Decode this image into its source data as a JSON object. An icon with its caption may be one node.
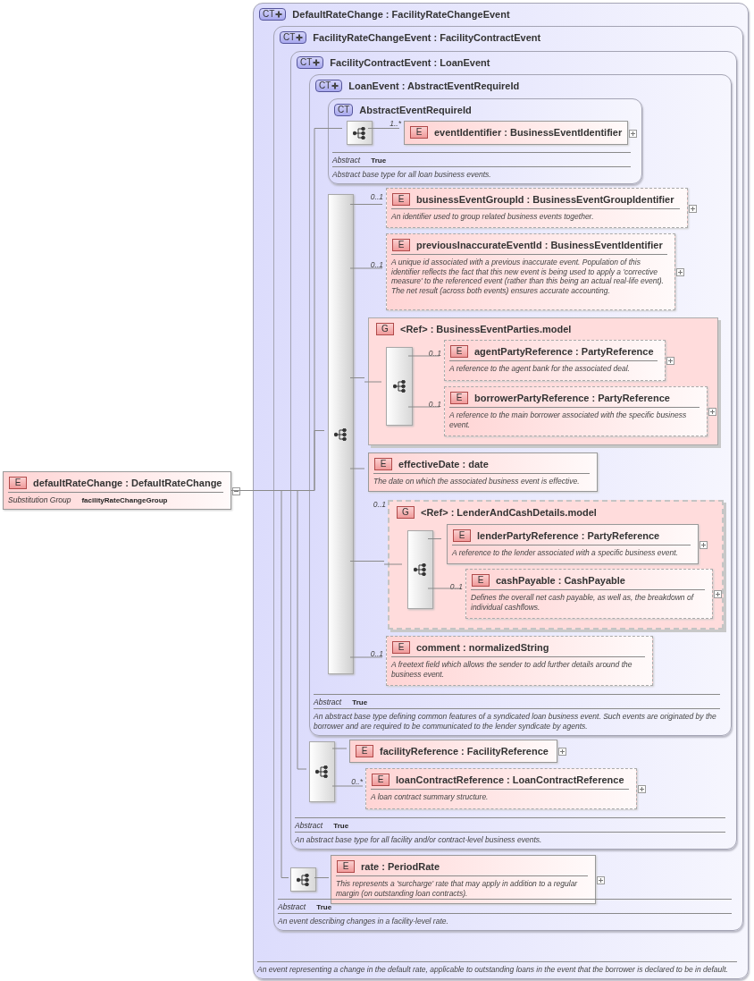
{
  "diagram": {
    "nodes": [
      {
        "text": [
          "E",
          "defaultRateChange : DefaultRateChange",
          "Substitution Group",
          "facilityRateChangeGroup"
        ]
      },
      {
        "text": [
          "CT",
          "DefaultRateChange : FacilityRateChangeEvent",
          "An event representing a change in the default rate, applicable to outstanding loans in the event that the borrower is declared to be in default."
        ]
      },
      {
        "text": [
          "CT",
          "FacilityRateChangeEvent : FacilityContractEvent",
          "Abstract",
          "True",
          "An event describing changes in a facility-level rate."
        ],
        "in": 1
      },
      {
        "text": [
          "CT",
          "FacilityContractEvent : LoanEvent",
          "Abstract",
          "True",
          "An abstract base type for all facility and/or contract-level business events."
        ],
        "in": 2
      },
      {
        "text": [
          "CT",
          "LoanEvent : AbstractEventRequireId",
          "Abstract",
          "True",
          "An abstract base type defining common features of a syndicated loan business event. Such events are originated by the borrower and are required to be communicated to the lender syndicate by agents."
        ],
        "in": 3
      },
      {
        "text": [
          "CT",
          "AbstractEventRequireId",
          "Abstract",
          "True",
          "Abstract base type for all loan business events."
        ],
        "in": 4
      },
      {
        "text": [],
        "shape": "box",
        "in": 5
      },
      {
        "text": [
          "E",
          "eventIdentifier : BusinessEventIdentifier"
        ],
        "in": 5,
        "beside": [
          "1..*"
        ]
      },
      {
        "text": [],
        "shape": "bar",
        "in": 4
      },
      {
        "text": [
          "E",
          "businessEventGroupId : BusinessEventGroupIdentifier",
          "An identifier used to group related business events together."
        ],
        "in": 4,
        "beside": [
          "0..1"
        ]
      },
      {
        "text": [
          "E",
          "previousInaccurateEventId : BusinessEventIdentifier",
          "A unique id associated with a previous inaccurate event. Population of this identifier reflects the fact that this new event is being used to apply a 'corrective measure' to the referenced event (rather than this being an actual real-life event). The net result (across both events) ensures accurate accounting."
        ],
        "in": 4,
        "beside": [
          "0..1"
        ]
      },
      {
        "text": [
          "G",
          "<Ref> : BusinessEventParties.model"
        ],
        "in": 4
      },
      {
        "text": [],
        "shape": "box",
        "in": 11
      },
      {
        "text": [
          "E",
          "agentPartyReference : PartyReference",
          "A reference to the agent bank for the associated deal."
        ],
        "in": 11,
        "beside": [
          "0..1"
        ]
      },
      {
        "text": [
          "E",
          "borrowerPartyReference : PartyReference",
          "A reference to the main borrower associated with the specific business event."
        ],
        "in": 11,
        "beside": [
          "0..1"
        ]
      },
      {
        "text": [
          "E",
          "effectiveDate : date",
          "The date on which the associated business event is effective."
        ],
        "in": 4
      },
      {
        "text": [
          "G",
          "<Ref> : LenderAndCashDetails.model"
        ],
        "in": 4,
        "beside": [
          "0..1"
        ]
      },
      {
        "text": [],
        "shape": "box",
        "in": 16
      },
      {
        "text": [
          "E",
          "lenderPartyReference : PartyReference",
          "A reference to the lender associated with a specific business event."
        ],
        "in": 16
      },
      {
        "text": [
          "E",
          "cashPayable : CashPayable",
          "Defines the overall net cash payable, as well as, the breakdown of individual cashflows."
        ],
        "in": 16,
        "beside": [
          "0..1"
        ]
      },
      {
        "text": [
          "E",
          "comment : normalizedString",
          "A freetext field which allows the sender to add further details around the business event."
        ],
        "in": 4,
        "beside": [
          "0..1"
        ]
      },
      {
        "text": [],
        "shape": "box",
        "in": 3
      },
      {
        "text": [
          "E",
          "facilityReference : FacilityReference"
        ],
        "in": 3
      },
      {
        "text": [
          "E",
          "loanContractReference : LoanContractReference",
          "A loan contract summary structure."
        ],
        "in": 3,
        "beside": [
          "0..*"
        ]
      },
      {
        "text": [],
        "shape": "box",
        "in": 2
      },
      {
        "text": [
          "E",
          "rate : PeriodRate",
          "This represents a 'surcharge' rate that may apply in addition to a regular margin (on outstanding loan contracts)."
        ],
        "in": 2
      }
    ],
    "edges": [
      {
        "from": 0,
        "to": 6,
        "arrow": "none"
      },
      {
        "from": 0,
        "to": 8,
        "arrow": "none"
      },
      {
        "from": 0,
        "to": 21,
        "arrow": "none"
      },
      {
        "from": 0,
        "to": 24,
        "arrow": "none"
      },
      {
        "from": 6,
        "to": 7,
        "arrow": "none"
      },
      {
        "from": 8,
        "to": 9,
        "arrow": "none"
      },
      {
        "from": 8,
        "to": 10,
        "arrow": "none"
      },
      {
        "from": 8,
        "to": 11,
        "arrow": "none"
      },
      {
        "from": 11,
        "to": 12,
        "arrow": "none"
      },
      {
        "from": 12,
        "to": 13,
        "arrow": "none"
      },
      {
        "from": 12,
        "to": 14,
        "arrow": "none"
      },
      {
        "from": 8,
        "to": 15,
        "arrow": "none"
      },
      {
        "from": 8,
        "to": 16,
        "arrow": "none"
      },
      {
        "from": 16,
        "to": 17,
        "arrow": "none"
      },
      {
        "from": 17,
        "to": 18,
        "arrow": "none"
      },
      {
        "from": 17,
        "to": 19,
        "arrow": "none"
      },
      {
        "from": 8,
        "to": 20,
        "arrow": "none"
      },
      {
        "from": 21,
        "to": 22,
        "arrow": "none"
      },
      {
        "from": 21,
        "to": 23,
        "arrow": "none"
      },
      {
        "from": 24,
        "to": 25,
        "arrow": "none"
      }
    ]
  }
}
